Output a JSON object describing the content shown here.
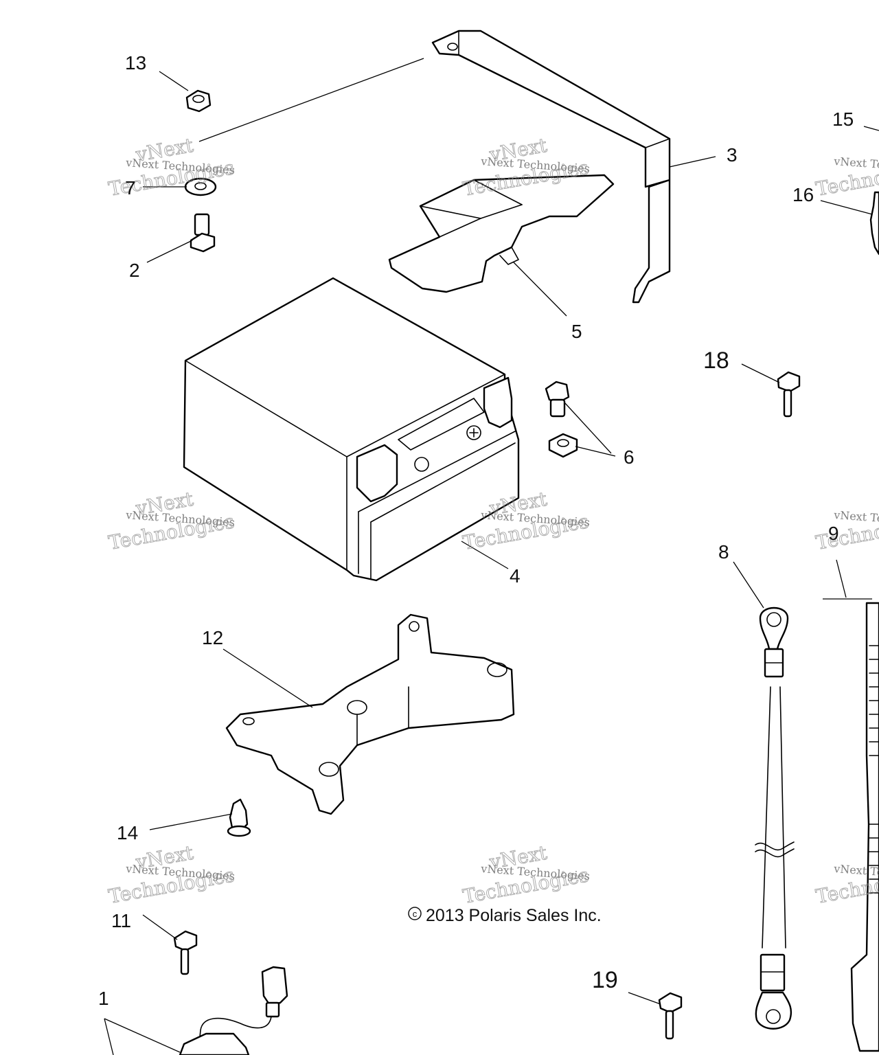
{
  "callouts": {
    "c1": "1",
    "c2": "2",
    "c3": "3",
    "c4": "4",
    "c5": "5",
    "c6": "6",
    "c7": "7",
    "c8": "8",
    "c9": "9",
    "c11": "11",
    "c12": "12",
    "c13": "13",
    "c14": "14",
    "c15": "15",
    "c16": "16",
    "c18": "18",
    "c19": "19"
  },
  "copyright": "2013 Polaris Sales Inc.",
  "copyright_symbol": "c",
  "watermark": {
    "line1": "vNext Technologies",
    "line2": "vNext",
    "line3": "Technologies"
  }
}
